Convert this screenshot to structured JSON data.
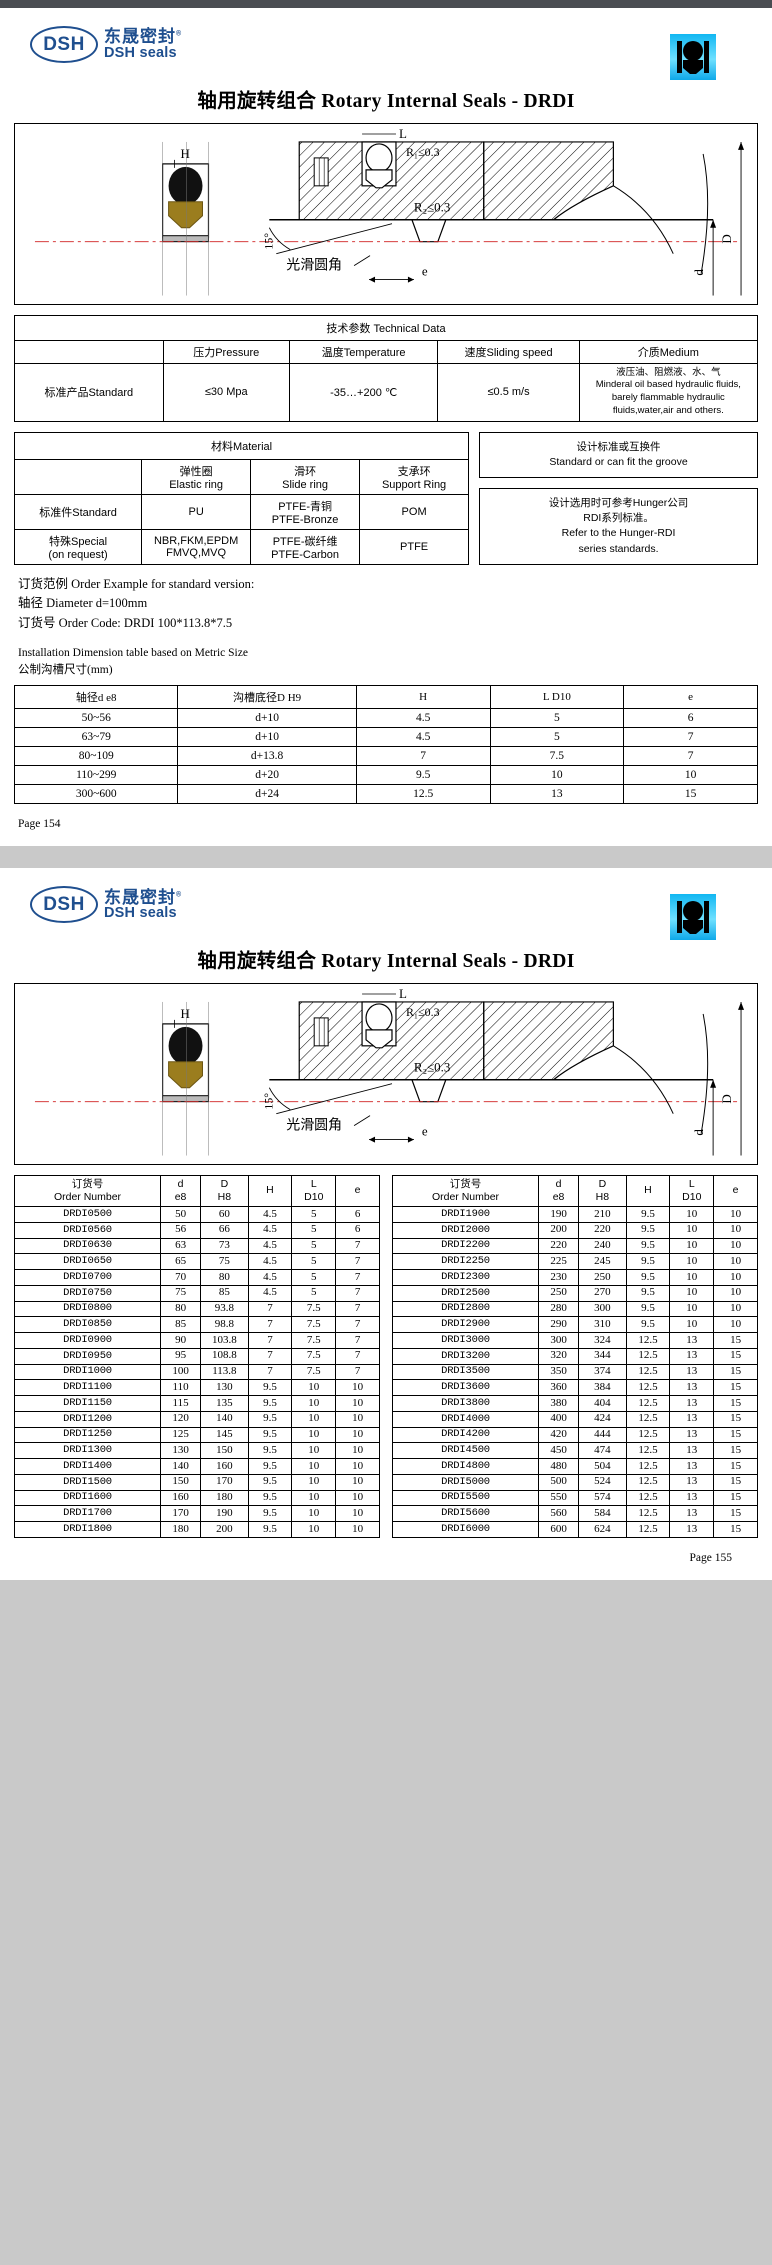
{
  "brand": {
    "logo_mark": "DSH",
    "logo_cn": "东晟密封",
    "logo_en": "DSH seals",
    "badge_icon": "seal-cross-section-icon"
  },
  "pages": [
    {
      "title": "轴用旋转组合 Rotary Internal Seals - DRDI",
      "page_label": "Page  154",
      "drawing": {
        "labels": [
          "H",
          "L",
          "R₁≤0.3",
          "R₂≤0.3",
          "15°",
          "光滑圆角",
          "e",
          "d",
          "D"
        ]
      },
      "technical_data": {
        "caption": "技术参数 Technical Data",
        "headers": [
          "",
          "压力Pressure",
          "温度Temperature",
          "速度Sliding speed",
          "介质Medium"
        ],
        "rows": [
          {
            "label": "标准产品Standard",
            "pressure": "≤30 Mpa",
            "temperature": "-35…+200 ℃",
            "speed": "≤0.5 m/s",
            "medium": "液压油、阻燃液、水、气\nMinderal oil based hydraulic fluids,\nbarely flammable hydraulic\nfluids,water,air and others."
          }
        ]
      },
      "material": {
        "caption": "材料Material",
        "headers": [
          "",
          "弹性圈\nElastic ring",
          "滑环\nSlide ring",
          "支承环\nSupport Ring"
        ],
        "rows": [
          {
            "label": "标准件Standard",
            "elastic": "PU",
            "slide": "PTFE-青铜\nPTFE-Bronze",
            "support": "POM"
          },
          {
            "label": "特殊Special\n(on request)",
            "elastic": "NBR,FKM,EPDM\nFMVQ,MVQ",
            "slide": "PTFE-碳纤维\nPTFE-Carbon",
            "support": "PTFE"
          }
        ]
      },
      "standard_note": {
        "title": "设计标准或互换件\nStandard or can fit the groove",
        "body": "设计选用时可参考Hunger公司\nRDI系列标准。\nRefer to the Hunger-RDI\nseries standards."
      },
      "order_example": {
        "line1": "订货范例  Order Example for standard version:",
        "line2": "轴径  Diameter  d=100mm",
        "line3": "订货号 Order Code:   DRDI 100*113.8*7.5"
      },
      "install_note": {
        "line1": "Installation Dimension table based on Metric Size",
        "line2": "公制沟槽尺寸(mm)"
      },
      "install_table": {
        "headers": [
          "轴径d  e8",
          "沟槽底径D  H9",
          "H",
          "L  D10",
          "e"
        ],
        "rows": [
          [
            "50~56",
            "d+10",
            "4.5",
            "5",
            "6"
          ],
          [
            "63~79",
            "d+10",
            "4.5",
            "5",
            "7"
          ],
          [
            "80~109",
            "d+13.8",
            "7",
            "7.5",
            "7"
          ],
          [
            "110~299",
            "d+20",
            "9.5",
            "10",
            "10"
          ],
          [
            "300~600",
            "d+24",
            "12.5",
            "13",
            "15"
          ]
        ]
      }
    },
    {
      "title": "轴用旋转组合 Rotary Internal Seals - DRDI",
      "page_label": "Page  155",
      "order_headers": [
        "订货号\nOrder Number",
        "d\ne8",
        "D\nH8",
        "H",
        "L\nD10",
        "e"
      ],
      "order_left": [
        [
          "DRDI0500",
          "50",
          "60",
          "4.5",
          "5",
          "6"
        ],
        [
          "DRDI0560",
          "56",
          "66",
          "4.5",
          "5",
          "6"
        ],
        [
          "DRDI0630",
          "63",
          "73",
          "4.5",
          "5",
          "7"
        ],
        [
          "DRDI0650",
          "65",
          "75",
          "4.5",
          "5",
          "7"
        ],
        [
          "DRDI0700",
          "70",
          "80",
          "4.5",
          "5",
          "7"
        ],
        [
          "DRDI0750",
          "75",
          "85",
          "4.5",
          "5",
          "7"
        ],
        [
          "DRDI0800",
          "80",
          "93.8",
          "7",
          "7.5",
          "7"
        ],
        [
          "DRDI0850",
          "85",
          "98.8",
          "7",
          "7.5",
          "7"
        ],
        [
          "DRDI0900",
          "90",
          "103.8",
          "7",
          "7.5",
          "7"
        ],
        [
          "DRDI0950",
          "95",
          "108.8",
          "7",
          "7.5",
          "7"
        ],
        [
          "DRDI1000",
          "100",
          "113.8",
          "7",
          "7.5",
          "7"
        ],
        [
          "DRDI1100",
          "110",
          "130",
          "9.5",
          "10",
          "10"
        ],
        [
          "DRDI1150",
          "115",
          "135",
          "9.5",
          "10",
          "10"
        ],
        [
          "DRDI1200",
          "120",
          "140",
          "9.5",
          "10",
          "10"
        ],
        [
          "DRDI1250",
          "125",
          "145",
          "9.5",
          "10",
          "10"
        ],
        [
          "DRDI1300",
          "130",
          "150",
          "9.5",
          "10",
          "10"
        ],
        [
          "DRDI1400",
          "140",
          "160",
          "9.5",
          "10",
          "10"
        ],
        [
          "DRDI1500",
          "150",
          "170",
          "9.5",
          "10",
          "10"
        ],
        [
          "DRDI1600",
          "160",
          "180",
          "9.5",
          "10",
          "10"
        ],
        [
          "DRDI1700",
          "170",
          "190",
          "9.5",
          "10",
          "10"
        ],
        [
          "DRDI1800",
          "180",
          "200",
          "9.5",
          "10",
          "10"
        ]
      ],
      "order_right": [
        [
          "DRDI1900",
          "190",
          "210",
          "9.5",
          "10",
          "10"
        ],
        [
          "DRDI2000",
          "200",
          "220",
          "9.5",
          "10",
          "10"
        ],
        [
          "DRDI2200",
          "220",
          "240",
          "9.5",
          "10",
          "10"
        ],
        [
          "DRDI2250",
          "225",
          "245",
          "9.5",
          "10",
          "10"
        ],
        [
          "DRDI2300",
          "230",
          "250",
          "9.5",
          "10",
          "10"
        ],
        [
          "DRDI2500",
          "250",
          "270",
          "9.5",
          "10",
          "10"
        ],
        [
          "DRDI2800",
          "280",
          "300",
          "9.5",
          "10",
          "10"
        ],
        [
          "DRDI2900",
          "290",
          "310",
          "9.5",
          "10",
          "10"
        ],
        [
          "DRDI3000",
          "300",
          "324",
          "12.5",
          "13",
          "15"
        ],
        [
          "DRDI3200",
          "320",
          "344",
          "12.5",
          "13",
          "15"
        ],
        [
          "DRDI3500",
          "350",
          "374",
          "12.5",
          "13",
          "15"
        ],
        [
          "DRDI3600",
          "360",
          "384",
          "12.5",
          "13",
          "15"
        ],
        [
          "DRDI3800",
          "380",
          "404",
          "12.5",
          "13",
          "15"
        ],
        [
          "DRDI4000",
          "400",
          "424",
          "12.5",
          "13",
          "15"
        ],
        [
          "DRDI4200",
          "420",
          "444",
          "12.5",
          "13",
          "15"
        ],
        [
          "DRDI4500",
          "450",
          "474",
          "12.5",
          "13",
          "15"
        ],
        [
          "DRDI4800",
          "480",
          "504",
          "12.5",
          "13",
          "15"
        ],
        [
          "DRDI5000",
          "500",
          "524",
          "12.5",
          "13",
          "15"
        ],
        [
          "DRDI5500",
          "550",
          "574",
          "12.5",
          "13",
          "15"
        ],
        [
          "DRDI5600",
          "560",
          "584",
          "12.5",
          "13",
          "15"
        ],
        [
          "DRDI6000",
          "600",
          "624",
          "12.5",
          "13",
          "15"
        ]
      ]
    }
  ],
  "colors": {
    "brand_blue": "#1f4f8f",
    "badge_cyan": "#12b7f2",
    "seal_gold": "#9b7d1e"
  }
}
